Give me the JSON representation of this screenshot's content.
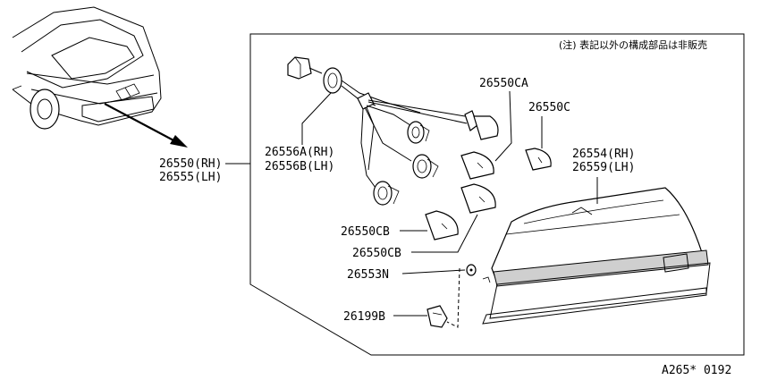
{
  "note": "(注) 表記以外の構成部品は非販売",
  "assembly": {
    "rh": "26550(RH)",
    "lh": "26555(LH)"
  },
  "harness": {
    "rh": "26556A(RH)",
    "lh": "26556B(LH)"
  },
  "lens": {
    "rh": "26554(RH)",
    "lh": "26559(LH)"
  },
  "bulbs": {
    "ca": "26550CA",
    "c": "26550C",
    "cb1": "26550CB",
    "cb2": "26550CB"
  },
  "washer": "26553N",
  "clip": "26199B",
  "diagram_code": "A265* 0192"
}
